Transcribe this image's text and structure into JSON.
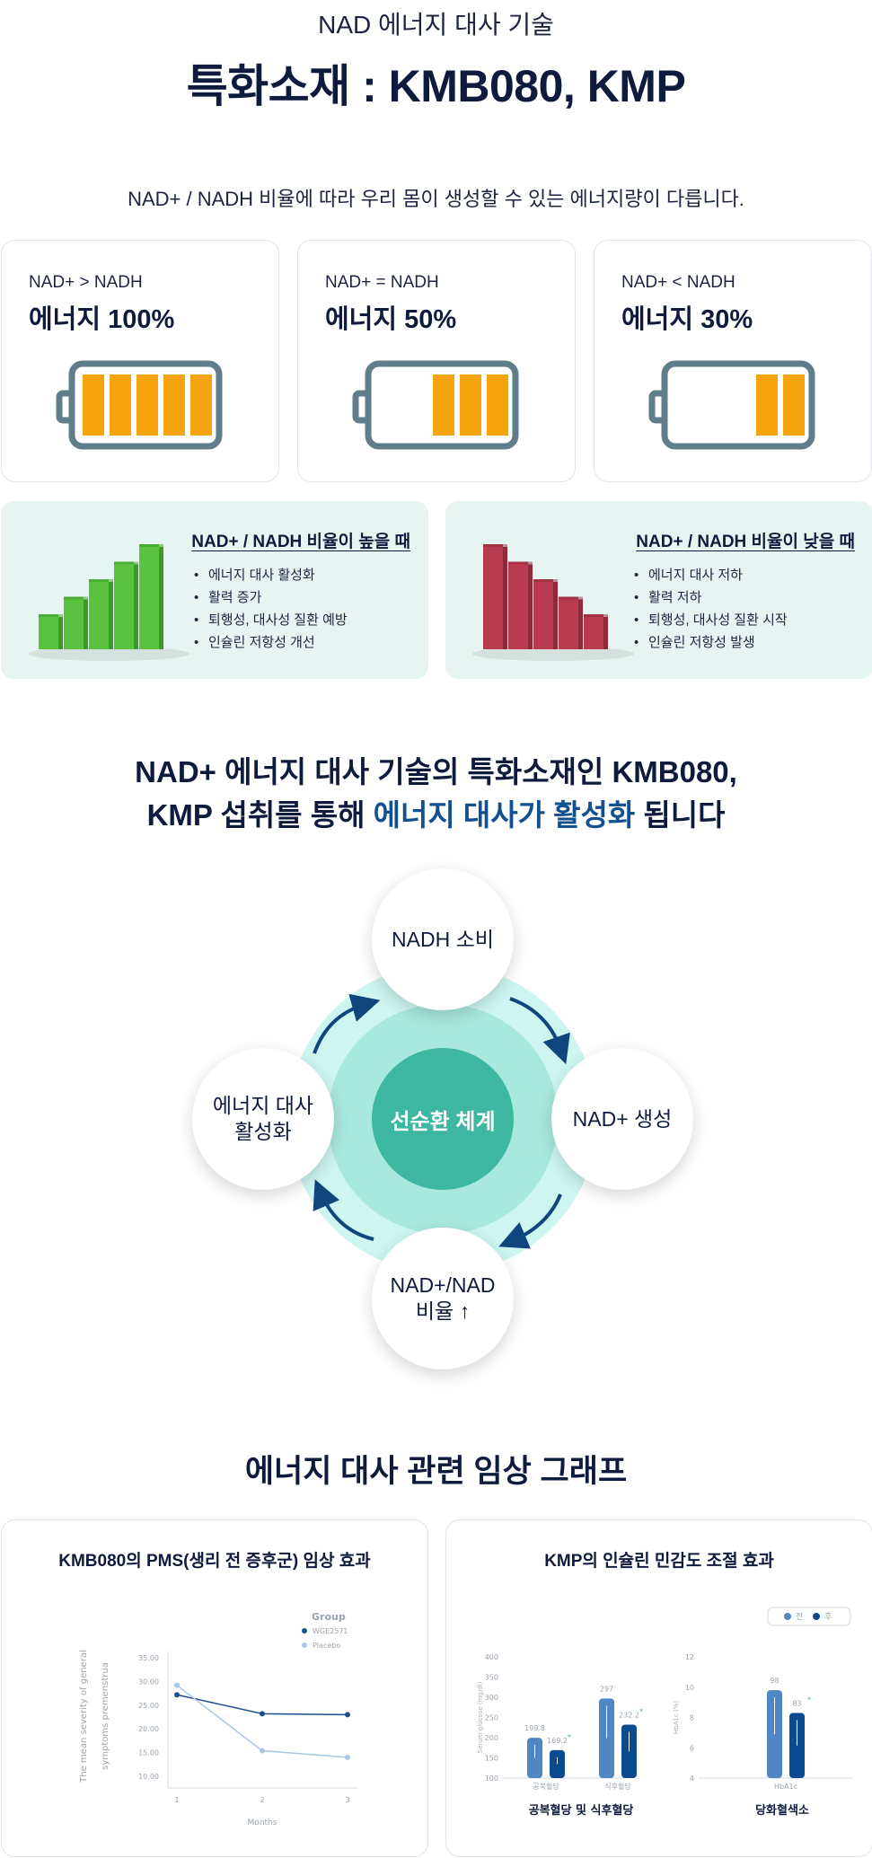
{
  "header": {
    "kicker": "NAD 에너지 대사 기술",
    "title": "특화소재 : KMB080, KMP",
    "subtitle": "NAD+ / NADH 비율에 따라 우리 몸이 생성할 수 있는  에너지량이 다릅니다."
  },
  "battery_cards": [
    {
      "ratio": "NAD+ > NADH",
      "energy": "에너지 100%",
      "level": 5
    },
    {
      "ratio": "NAD+ = NADH",
      "energy": "에너지 50%",
      "level": 3
    },
    {
      "ratio": "NAD+ < NADH",
      "energy": "에너지 30%",
      "level": 2
    }
  ],
  "colors": {
    "battery_fill": "#f6a40e",
    "battery_frame": "#5f7d8a",
    "green_bar": "#5cc342",
    "red_bar": "#b83a4f",
    "teal": "#3db7a2",
    "highlight_blue": "#13508f",
    "navy": "#0f1b3d"
  },
  "high_ratio": {
    "heading": "NAD+ / NADH 비율이 높을 때",
    "items": [
      "에너지 대사 활성화",
      "활력 증가",
      "퇴행성, 대사성 질환 예방",
      "인슐린 저항성 개선"
    ],
    "bars": [
      2,
      3,
      4,
      5,
      6
    ]
  },
  "low_ratio": {
    "heading": "NAD+ / NADH 비율이 낮을 때",
    "items": [
      "에너지 대사 저하",
      "활력 저하",
      "퇴행성, 대사성 질환 시작",
      "인슐린 저항성 발생"
    ],
    "bars": [
      6,
      5,
      4,
      3,
      2
    ]
  },
  "cycle_section": {
    "line1": "NAD+ 에너지 대사 기술의 특화소재인 KMB080,",
    "line2_pre": "KMP 섭취를 통해 ",
    "line2_hl": "에너지 대사가 활성화",
    "line2_post": " 됩니다",
    "center": "선순환 체계",
    "top": "NADH 소비",
    "right": "NAD+ 생성",
    "bottom_line1": "NAD+/NAD",
    "bottom_line2": "비율 ↑",
    "left_line1": "에너지 대사",
    "left_line2": "활성화"
  },
  "graph_section": {
    "title": "에너지 대사 관련 임상 그래프"
  },
  "chart_data": [
    {
      "type": "line",
      "title": "KMB080의 PMS(생리 전 증후군) 임상 효과",
      "xlabel": "Months",
      "ylabel_line1": "The mean severity  of  general",
      "ylabel_line2": "symptoms premenstrua",
      "x": [
        1,
        2,
        3
      ],
      "xticks": [
        "1",
        "2",
        "3"
      ],
      "yticks": [
        "35.00",
        "30.00",
        "25.00",
        "20.00",
        "15.00",
        "10.00"
      ],
      "ylim": [
        10,
        35
      ],
      "legend_title": "Group",
      "series": [
        {
          "name": "WGE2571",
          "values": [
            27.0,
            23.0,
            22.8
          ],
          "color": "#1f4e8c"
        },
        {
          "name": "Placebo",
          "values": [
            29.0,
            15.2,
            13.8
          ],
          "color": "#a9c6e6"
        }
      ]
    },
    {
      "type": "bar",
      "title": "KMP의 인슐린 민감도 조절 효과",
      "legend": [
        "전",
        "후"
      ],
      "colors": [
        "#4f87c4",
        "#0b4a8f"
      ],
      "panels": [
        {
          "caption": "공복혈당 및 식후혈당",
          "ylabel": "Serum glucose (mg/dl)",
          "ylim": [
            100,
            400
          ],
          "yticks": [
            "400",
            "350",
            "300",
            "250",
            "200",
            "150",
            "100"
          ],
          "categories": [
            "공복혈당",
            "식후혈당"
          ],
          "series": [
            {
              "name": "전",
              "values": [
                199.8,
                297
              ]
            },
            {
              "name": "후",
              "values": [
                169.2,
                232.2
              ]
            }
          ],
          "labels": [
            [
              "199.8",
              "169.2"
            ],
            [
              "297",
              "232.2"
            ]
          ]
        },
        {
          "caption": "당화혈색소",
          "ylabel": "HbA1c (%)",
          "ylim": [
            4,
            12
          ],
          "yticks": [
            "12",
            "10",
            "8",
            "6",
            "4"
          ],
          "categories": [
            "HbA1c"
          ],
          "series": [
            {
              "name": "전",
              "values": [
                9.8
              ]
            },
            {
              "name": "후",
              "values": [
                8.3
              ]
            }
          ],
          "labels": [
            [
              "98",
              "83"
            ]
          ]
        }
      ]
    }
  ]
}
